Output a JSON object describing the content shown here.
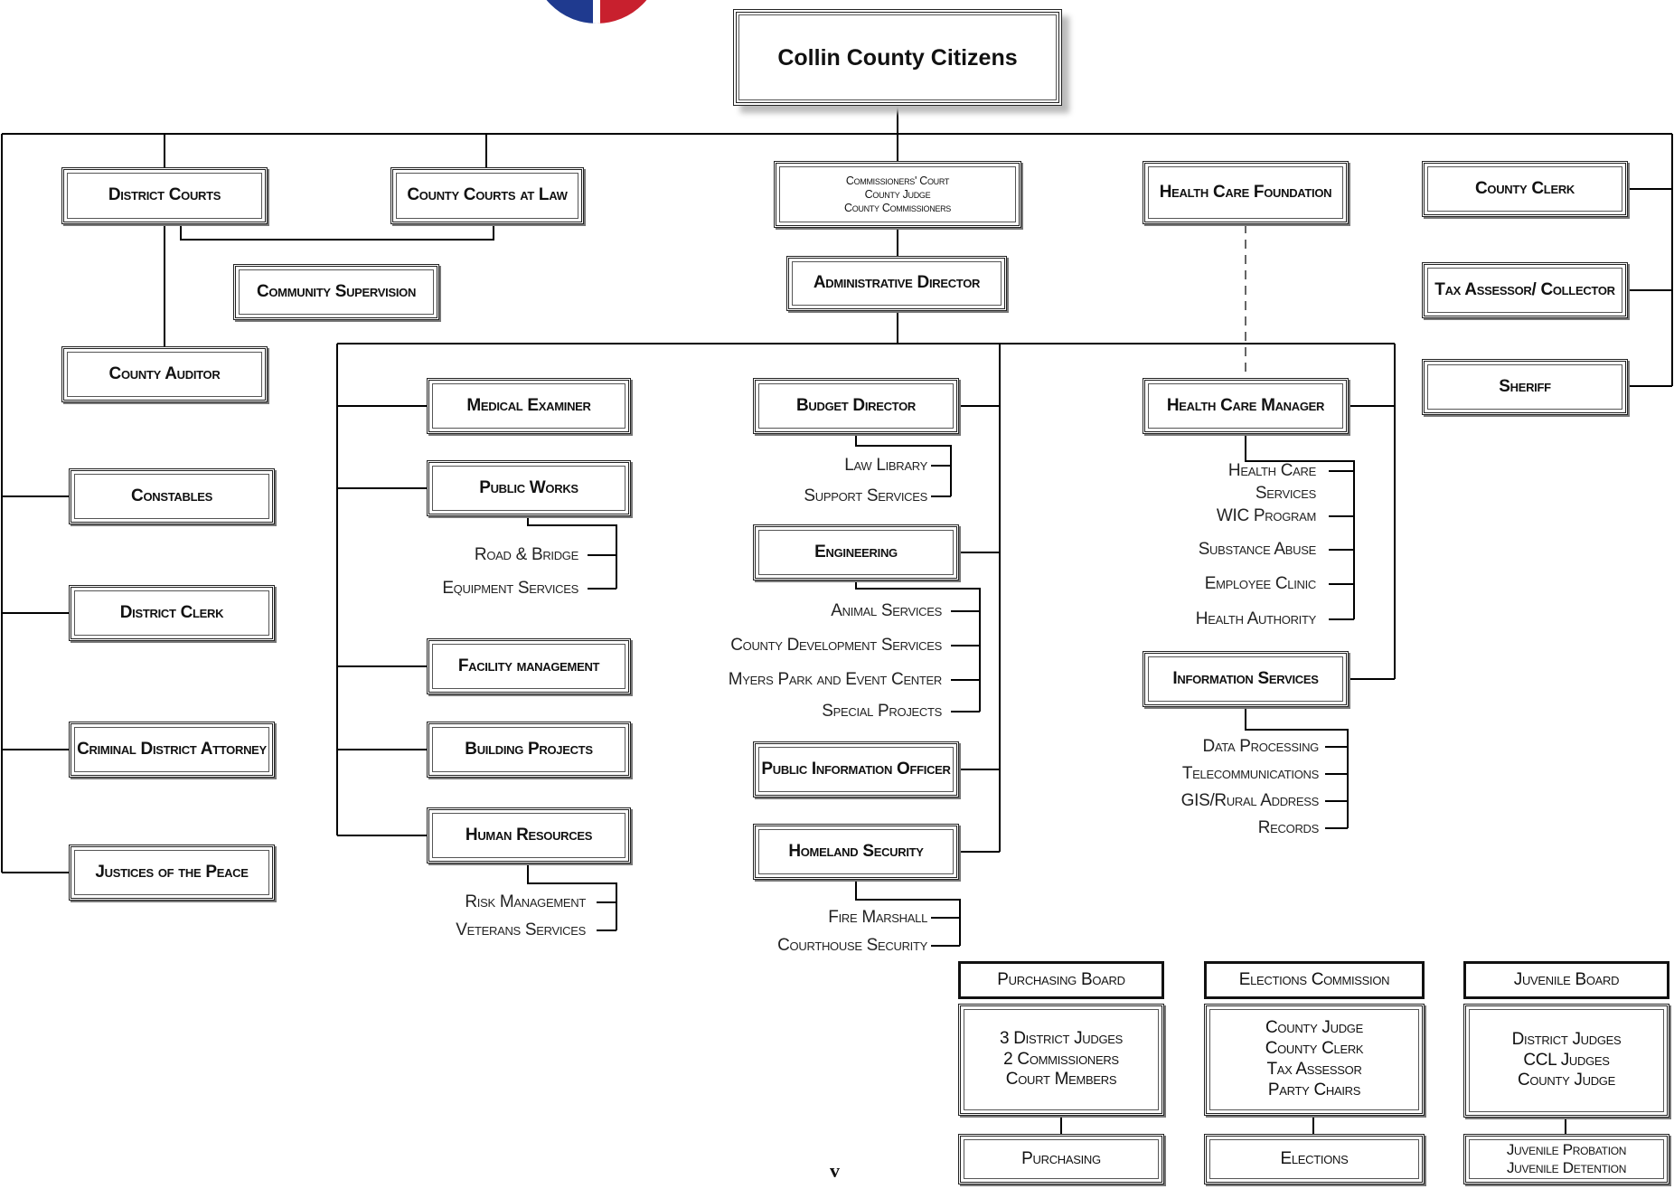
{
  "title": "Collin County Citizens",
  "page_mark": "v",
  "boxes": {
    "district_courts": "District Courts",
    "county_courts_at_law": "County Courts at Law",
    "community_supervision": "Community Supervision",
    "county_auditor": "County Auditor",
    "constables": "Constables",
    "district_clerk": "District Clerk",
    "criminal_district_attorney": "Criminal District Attorney",
    "justices_of_the_peace": "Justices of the Peace",
    "commissioners_court": "Commissioners' Court",
    "county_judge": "County Judge",
    "county_commissioners": "County Commissioners",
    "administrative_director": "Administrative Director",
    "health_care_foundation": "Health Care Foundation",
    "county_clerk": "County Clerk",
    "tax_assessor_collector": "Tax Assessor/ Collector",
    "sheriff": "Sheriff",
    "medical_examiner": "Medical Examiner",
    "public_works": "Public Works",
    "facility_management": "Facility management",
    "building_projects": "Building Projects",
    "human_resources": "Human Resources",
    "budget_director": "Budget Director",
    "engineering": "Engineering",
    "public_information_officer": "Public Information Officer",
    "homeland_security": "Homeland Security",
    "health_care_manager": "Health Care Manager",
    "information_services": "Information Services"
  },
  "sublabels": {
    "public_works": [
      "Road & Bridge",
      "Equipment Services"
    ],
    "human_resources": [
      "Risk Management",
      "Veterans Services"
    ],
    "budget_director": [
      "Law Library",
      "Support Services"
    ],
    "engineering": [
      "Animal Services",
      "County Development Services",
      "Myers Park and Event Center",
      "Special Projects"
    ],
    "homeland_security": [
      "Fire Marshall",
      "Courthouse Security"
    ],
    "health_care_manager": [
      "Health Care",
      "Services",
      "WIC Program",
      "Substance Abuse",
      "Employee Clinic",
      "Health Authority"
    ],
    "information_services": [
      "Data Processing",
      "Telecommunications",
      "GIS/Rural Address",
      "Records"
    ]
  },
  "boards": {
    "purchasing": {
      "header": "Purchasing Board",
      "members": [
        "3 District Judges",
        "2 Commissioners",
        "Court Members"
      ],
      "unit": "Purchasing"
    },
    "elections": {
      "header": "Elections Commission",
      "members": [
        "County Judge",
        "County Clerk",
        "Tax Assessor",
        "Party Chairs"
      ],
      "unit": "Elections"
    },
    "juvenile": {
      "header": "Juvenile Board",
      "members": [
        "District Judges",
        "CCL Judges",
        "County Judge"
      ],
      "units": [
        "Juvenile Probation",
        "Juvenile Detention"
      ]
    }
  }
}
